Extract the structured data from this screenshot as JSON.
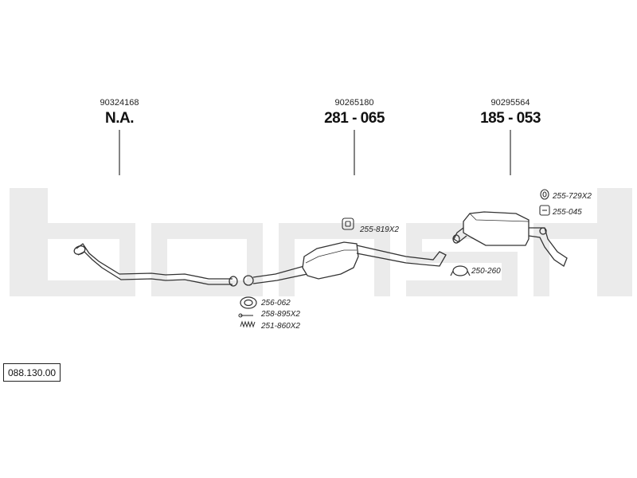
{
  "parts": [
    {
      "oem": "90324168",
      "part": "N.A."
    },
    {
      "oem": "90265180",
      "part": "281 - 065"
    },
    {
      "oem": "90295564",
      "part": "185 - 053"
    }
  ],
  "fittings": [
    {
      "name": "255-819X2",
      "icon": "rubber-mount-icon"
    },
    {
      "name": "255-729X2",
      "icon": "rubber-ring-icon"
    },
    {
      "name": "255-045",
      "icon": "rubber-mount-icon"
    },
    {
      "name": "250-260",
      "icon": "clamp-icon"
    },
    {
      "name": "256-062",
      "icon": "gasket-icon"
    },
    {
      "name": "258-895X2",
      "icon": "bolt-icon"
    },
    {
      "name": "251-860X2",
      "icon": "spring-icon"
    }
  ],
  "diagram_code": "088.130.00",
  "watermark_color": "#ebebeb",
  "line_color": "#333333"
}
